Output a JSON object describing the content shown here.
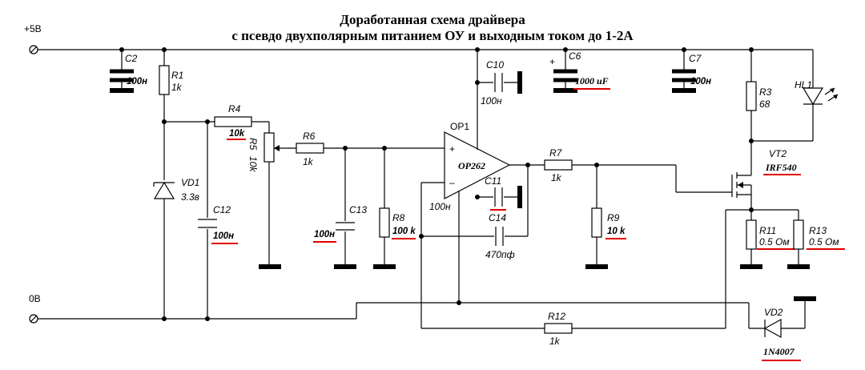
{
  "title": {
    "line1": "Доработанная схема драйвера",
    "line2": "с псевдо двухполярным питанием ОУ и выходным током до 1-2А"
  },
  "rails": {
    "plus5v": "+5В",
    "zero": "0В"
  },
  "components": {
    "C2": {
      "name": "C2",
      "value": "100н"
    },
    "R1": {
      "name": "R1",
      "value": "1k"
    },
    "R4": {
      "name": "R4",
      "value": "10k"
    },
    "R5": {
      "name": "R5",
      "value": "10k"
    },
    "R6": {
      "name": "R6",
      "value": "1k"
    },
    "VD1": {
      "name": "VD1",
      "value": "3.3в"
    },
    "C12": {
      "name": "C12",
      "value": "100н"
    },
    "C13": {
      "name": "C13",
      "value": "100н"
    },
    "R8": {
      "name": "R8",
      "value": "100 k"
    },
    "C10": {
      "name": "C10",
      "value": "100н"
    },
    "C11": {
      "name": "C11",
      "value": "100н"
    },
    "C14": {
      "name": "C14",
      "value": "470пф"
    },
    "OP1": {
      "name": "OP1",
      "value": "OP262",
      "plus": "+",
      "minus": "–"
    },
    "C6": {
      "name": "C6",
      "value": "1000 uF",
      "plus": "+"
    },
    "C7": {
      "name": "C7",
      "value": "100н"
    },
    "R7": {
      "name": "R7",
      "value": "1k"
    },
    "R9": {
      "name": "R9",
      "value": "10 k"
    },
    "R3": {
      "name": "R3",
      "value": "68"
    },
    "HL1": {
      "name": "HL1"
    },
    "VT2": {
      "name": "VT2",
      "value": "IRF540"
    },
    "R11": {
      "name": "R11",
      "value": "0.5 Ом"
    },
    "R13": {
      "name": "R13",
      "value": "0.5 Ом"
    },
    "R12": {
      "name": "R12",
      "value": "1k"
    },
    "VD2": {
      "name": "VD2",
      "value": "1N4007"
    }
  }
}
